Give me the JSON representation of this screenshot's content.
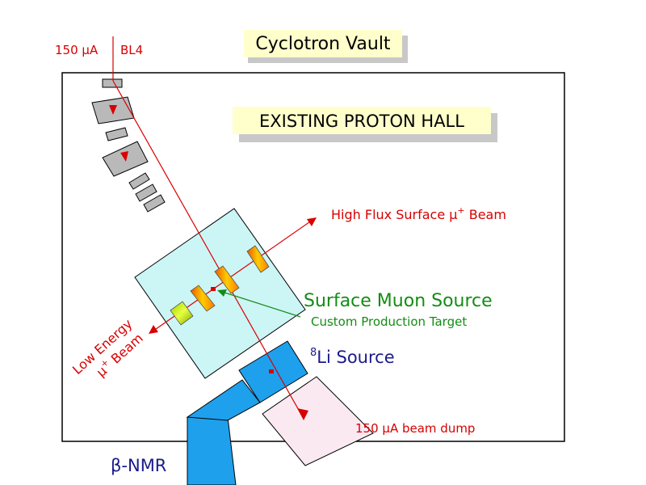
{
  "title": "Cyclotron Vault",
  "hall_label": "EXISTING PROTON HALL",
  "beam_current_label": "150 μA",
  "beamline_label": "BL4",
  "high_flux_label": "High Flux Surface μ",
  "high_flux_sup": "+",
  "high_flux_suffix": " Beam",
  "surface_muon_label": "Surface Muon Source",
  "target_label": "Custom Production Target",
  "low_energy_line1": "Low Energy",
  "low_energy_line2_mu": "μ",
  "low_energy_line2_sup": "+",
  "low_energy_line2_suffix": " Beam",
  "li_source_sup": "8",
  "li_source_label": "Li Source",
  "beam_dump_label": "150 μA beam dump",
  "bnmr_label": "β-NMR",
  "colors": {
    "beam_red": "#d80000",
    "muon_green": "#148c14",
    "li_navy": "#1a1a8c",
    "magnet_gray": "#b9b9b9",
    "source_box": "#ccf5f5",
    "blue_block": "#1ea0ec",
    "dump_box": "#fbe9f2",
    "label_bg": "#ffffcc",
    "label_shadow": "#c8c8c8"
  }
}
